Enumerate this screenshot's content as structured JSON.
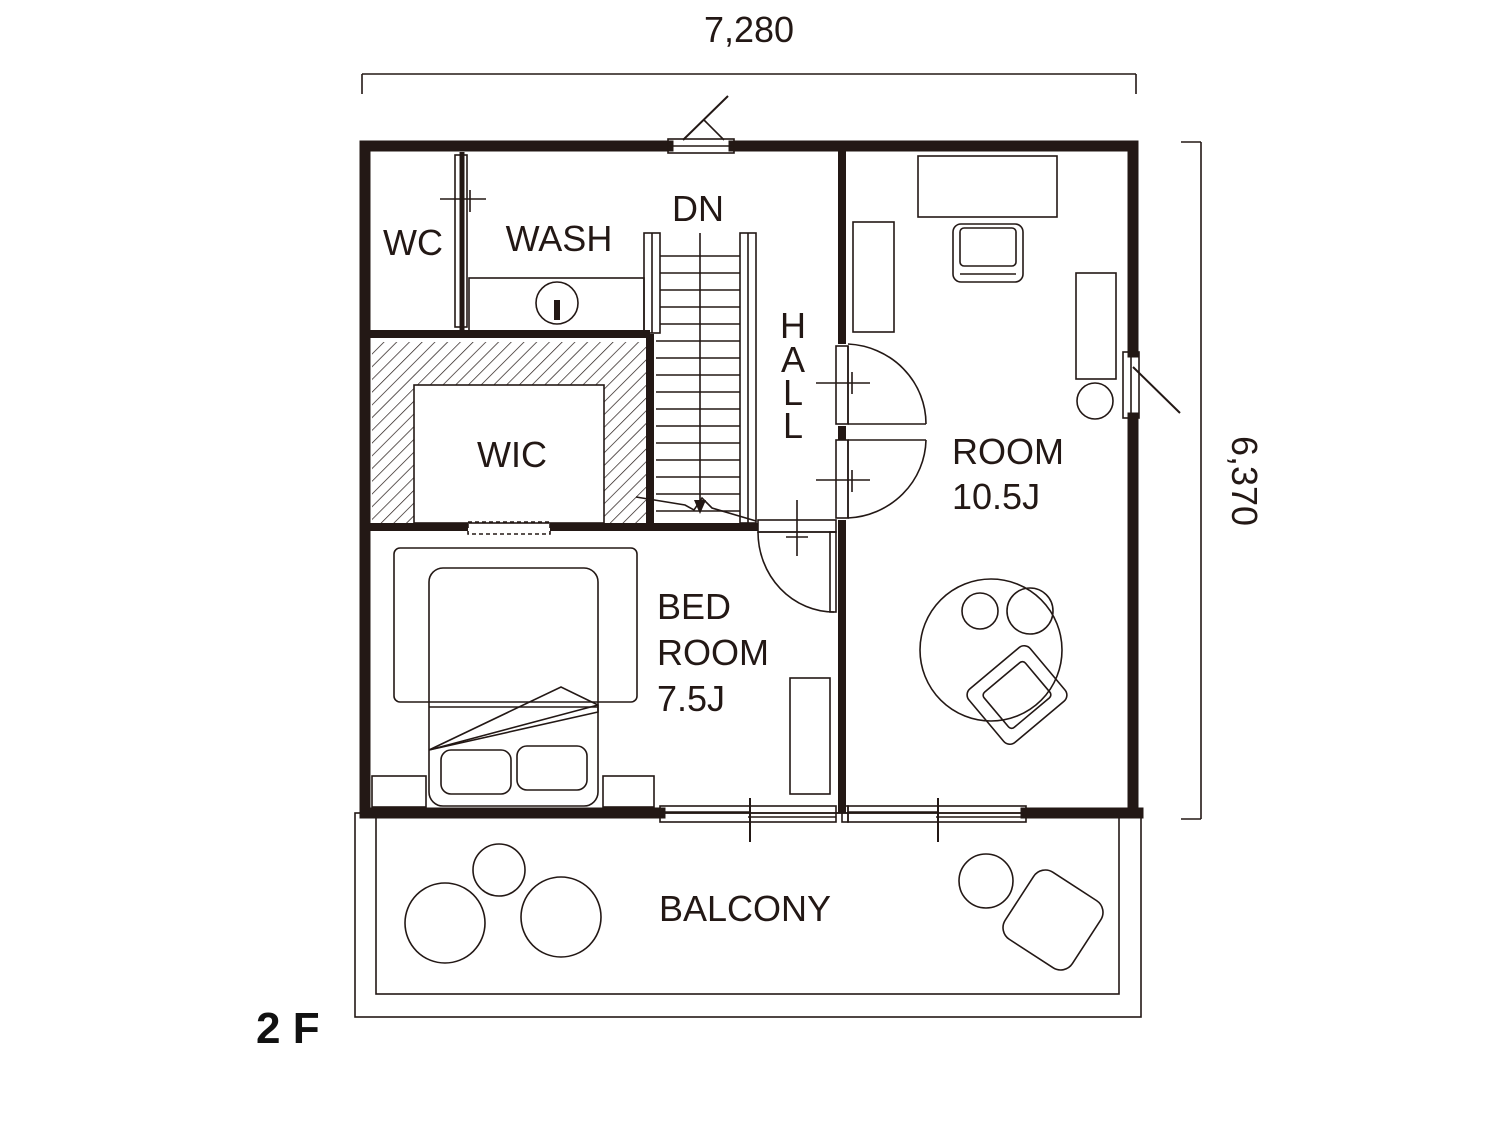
{
  "dimensions": {
    "width": "7,280",
    "height": "6,370"
  },
  "floor_label": "2 F",
  "rooms": {
    "wc": "WC",
    "wash": "WASH",
    "stairs": "DN",
    "hall": [
      "H",
      "A",
      "L",
      "L"
    ],
    "wic": "WIC",
    "bedroom": {
      "line1": "BED",
      "line2": "ROOM",
      "size": "7.5J"
    },
    "room": {
      "line1": "ROOM",
      "size": "10.5J"
    },
    "balcony": "BALCONY"
  }
}
